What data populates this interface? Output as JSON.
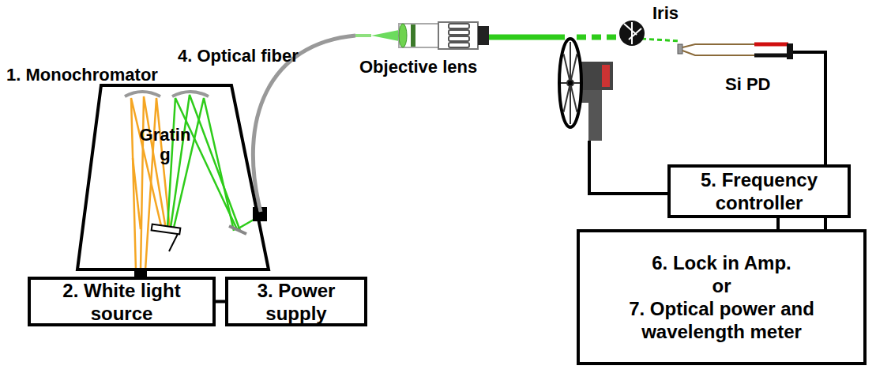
{
  "diagram": {
    "nodes": [
      {
        "text": [
          "1. Monochromator"
        ]
      },
      {
        "text": [
          "2. White light source"
        ]
      },
      {
        "text": [
          "3. Power supply"
        ]
      },
      {
        "text": [
          "5. Frequency controller"
        ]
      },
      {
        "text": [
          "6. Lock in Amp.",
          "or",
          "7. Optical power and wavelength meter"
        ]
      }
    ],
    "edges": [
      {
        "from": 0,
        "to": 1,
        "arrow": "none"
      },
      {
        "from": 1,
        "to": 2,
        "arrow": "none"
      },
      {
        "from": 3,
        "to": 4,
        "arrow": "none"
      }
    ],
    "labels": [
      "Gratin g",
      "4. Optical fiber",
      "Objective lens",
      "Iris",
      "Si PD"
    ]
  }
}
